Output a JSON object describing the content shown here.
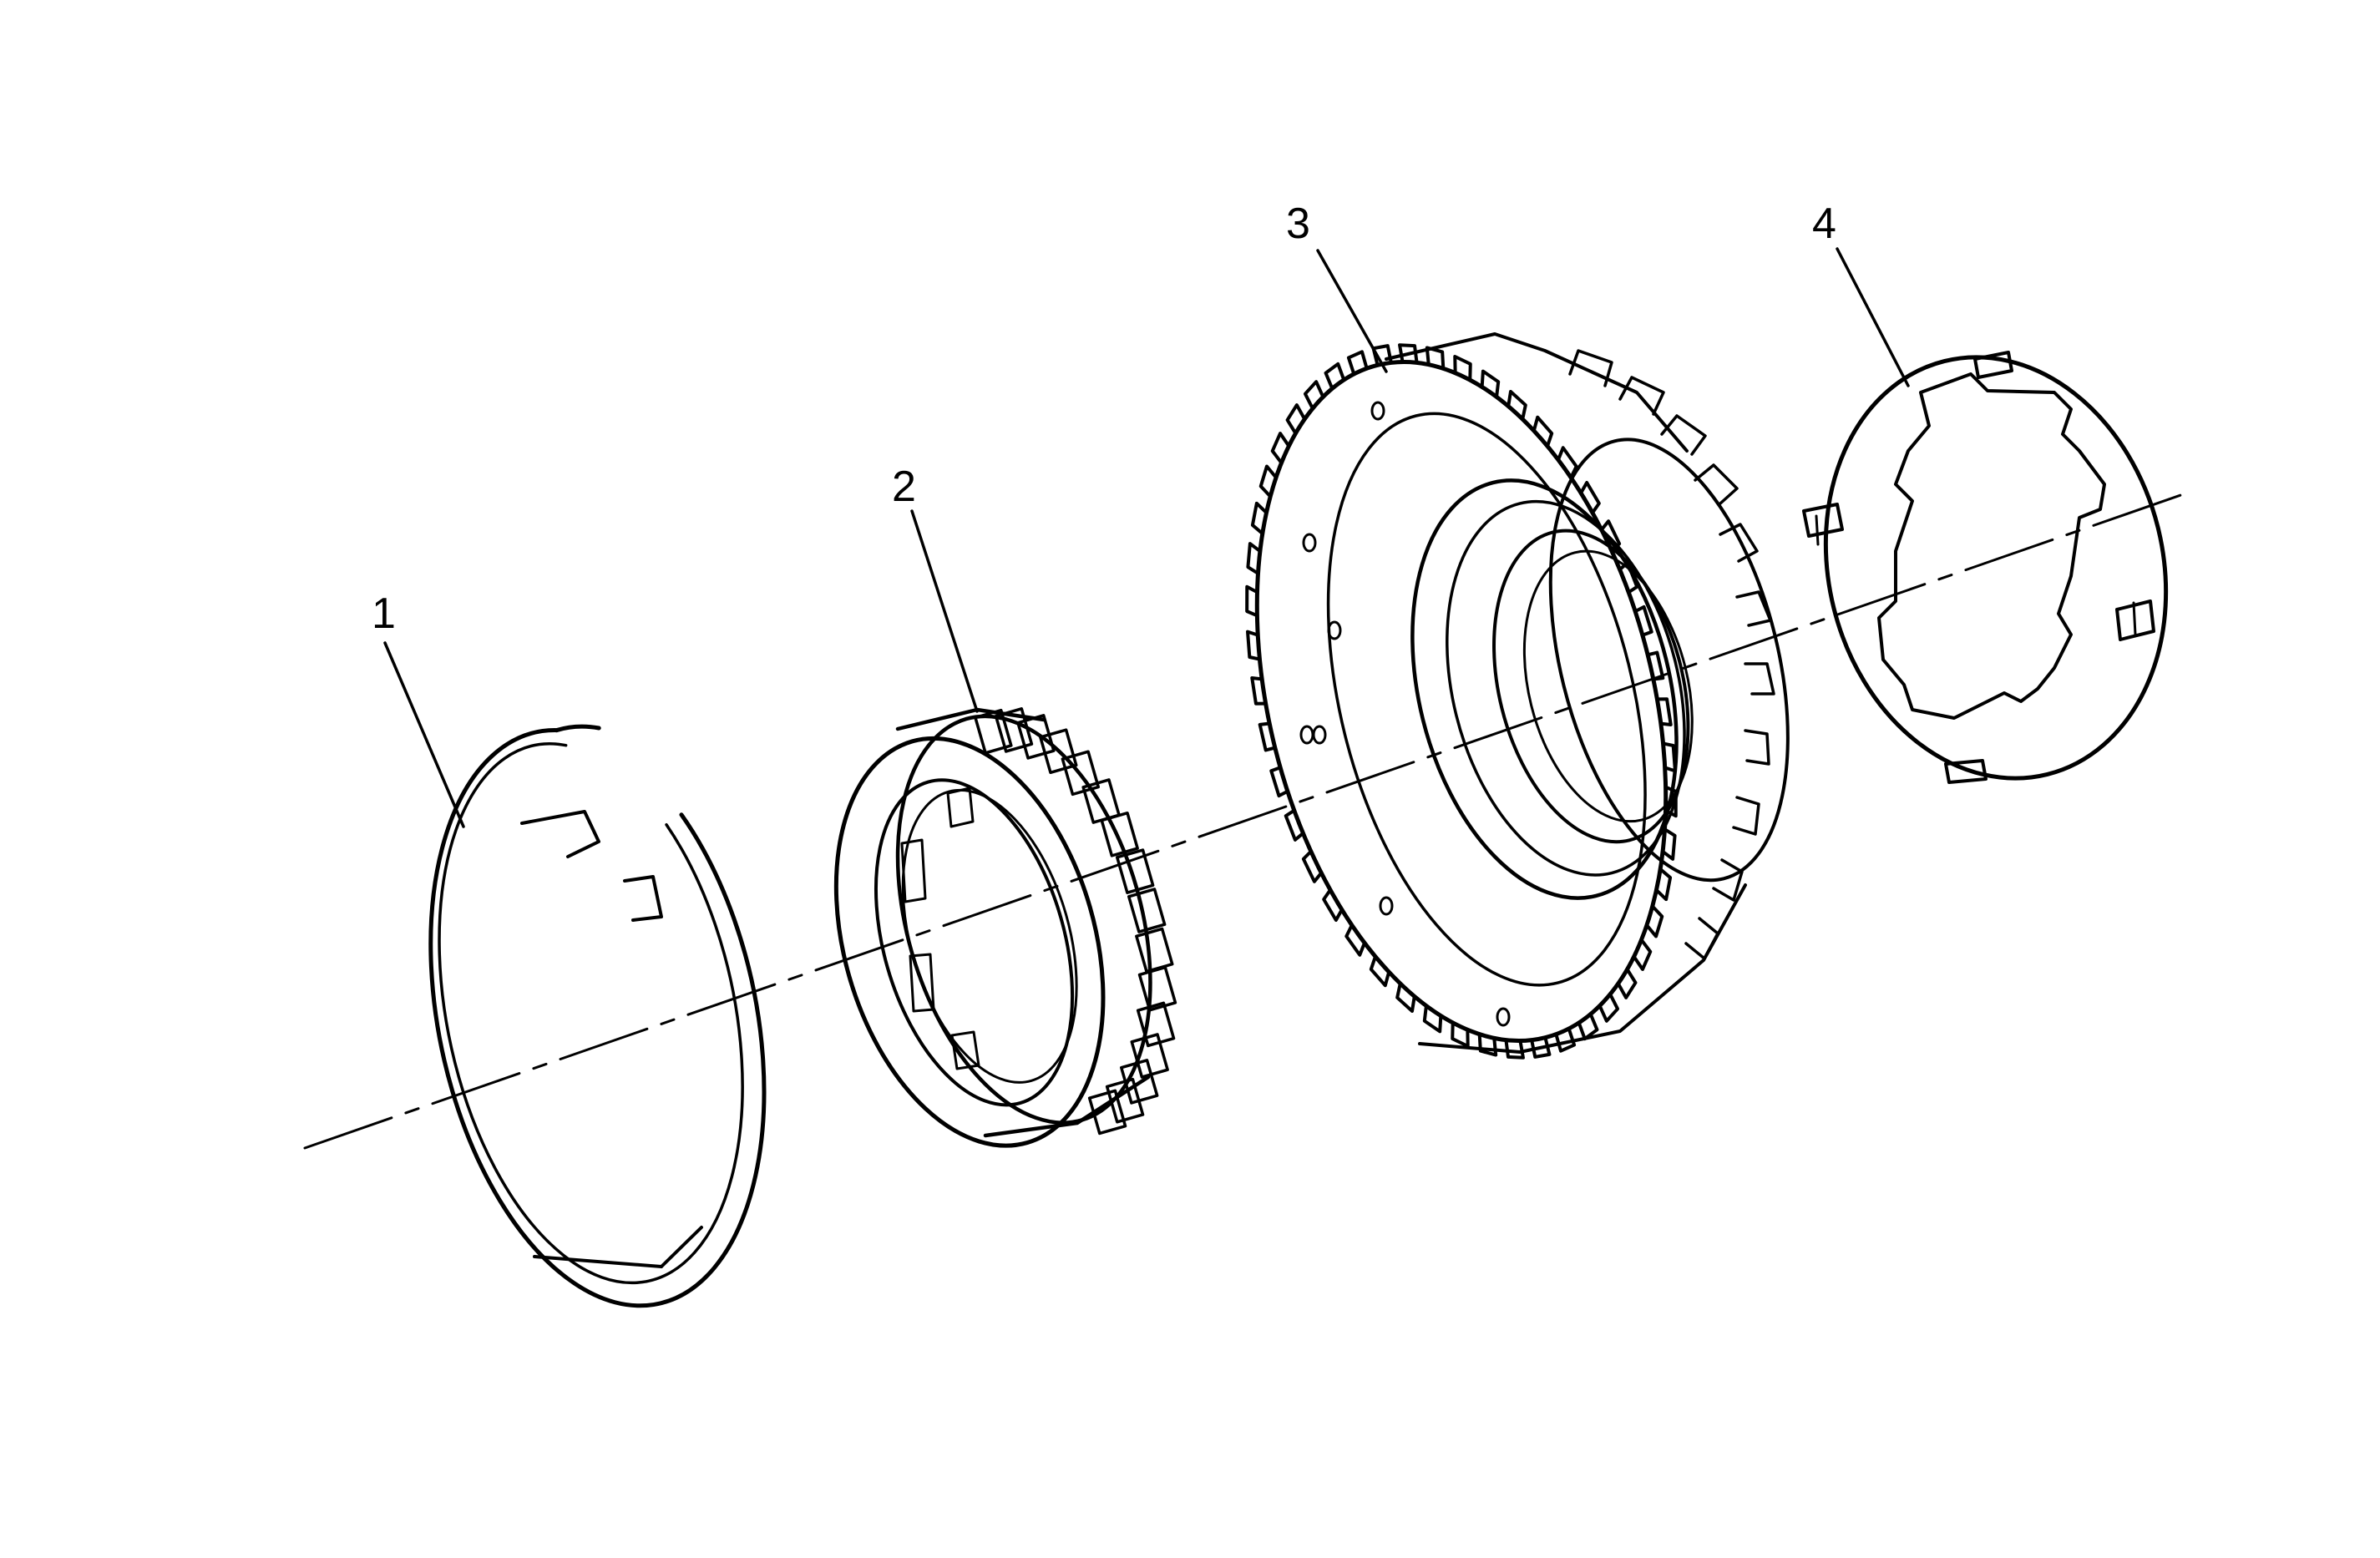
{
  "diagram": {
    "callouts": [
      {
        "id": "1",
        "text": "1"
      },
      {
        "id": "2",
        "text": "2"
      },
      {
        "id": "3",
        "text": "3"
      },
      {
        "id": "4",
        "text": "4"
      }
    ],
    "colors": {
      "stroke": "#000000",
      "background": "#ffffff"
    }
  }
}
